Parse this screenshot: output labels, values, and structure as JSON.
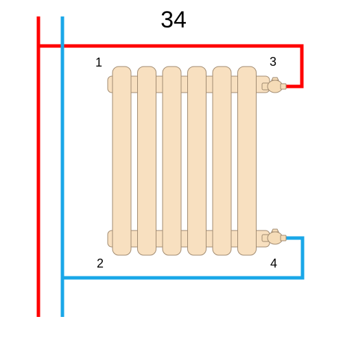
{
  "diagram": {
    "title": "34",
    "connection_labels": {
      "top_left": "1",
      "bottom_left": "2",
      "top_right": "3",
      "bottom_right": "4"
    },
    "radiator_sections": 6
  },
  "colors": {
    "supply_pipe": "#ff0000",
    "return_pipe": "#1aa7e8",
    "radiator_fill": "#f8e0c0",
    "radiator_stroke": "#a08a70",
    "valve_fill": "#f5dcb8"
  }
}
